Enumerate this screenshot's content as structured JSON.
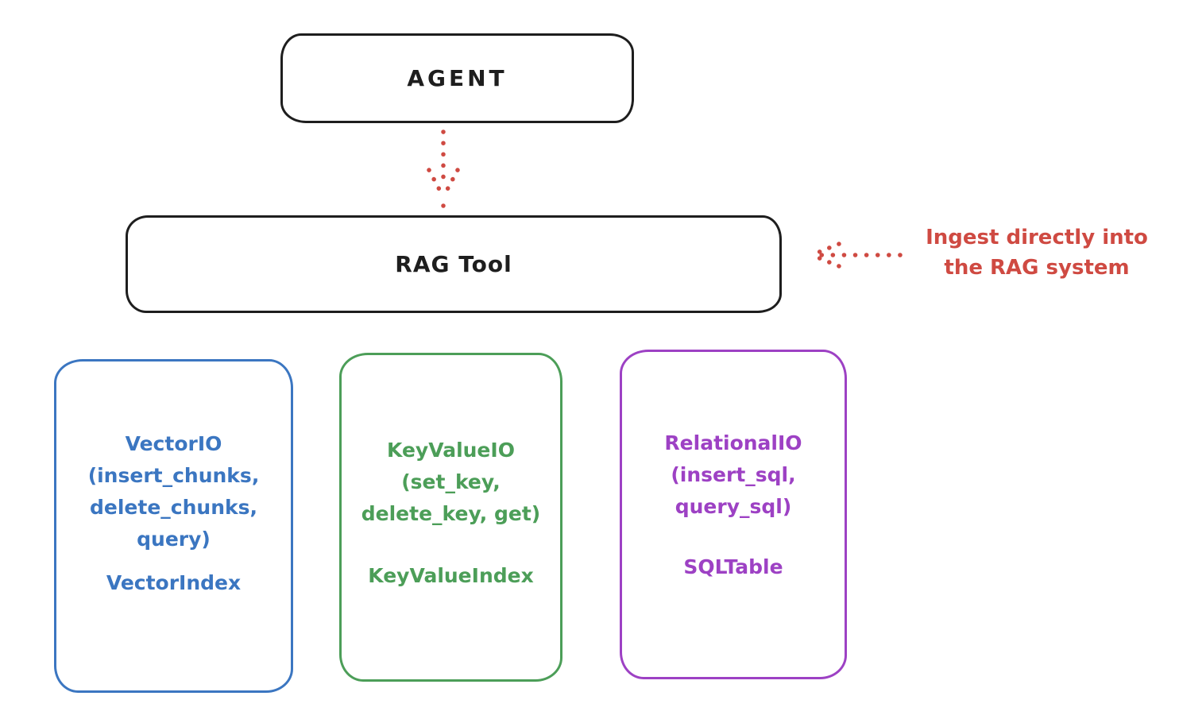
{
  "diagram": {
    "agent_box": {
      "label": "AGENT"
    },
    "rag_tool_box": {
      "label": "RAG Tool"
    },
    "annotation": {
      "line1": "Ingest directly into",
      "line2": "the RAG system"
    },
    "icons": {
      "arrow_down": "dotted-arrow-down-icon",
      "arrow_left": "dotted-arrow-left-icon"
    },
    "io_boxes": [
      {
        "id": "vector-io",
        "color": "#3b76c1",
        "lines": [
          "VectorIO",
          "(insert_chunks,",
          "delete_chunks,",
          "query)"
        ],
        "index_label": "VectorIndex"
      },
      {
        "id": "keyvalue-io",
        "color": "#4c9e58",
        "lines": [
          "KeyValueIO",
          "(set_key,",
          "delete_key, get)"
        ],
        "index_label": "KeyValueIndex"
      },
      {
        "id": "relational-io",
        "color": "#9d41c4",
        "lines": [
          "RelationalIO",
          "(insert_sql,",
          "query_sql)"
        ],
        "index_label": "SQLTable"
      }
    ],
    "colors": {
      "stroke": "#1e1e1e",
      "accent_red": "#cf4a42",
      "vector_blue": "#3b76c1",
      "keyvalue_green": "#4c9e58",
      "relational_purple": "#9d41c4",
      "background": "#ffffff"
    }
  }
}
